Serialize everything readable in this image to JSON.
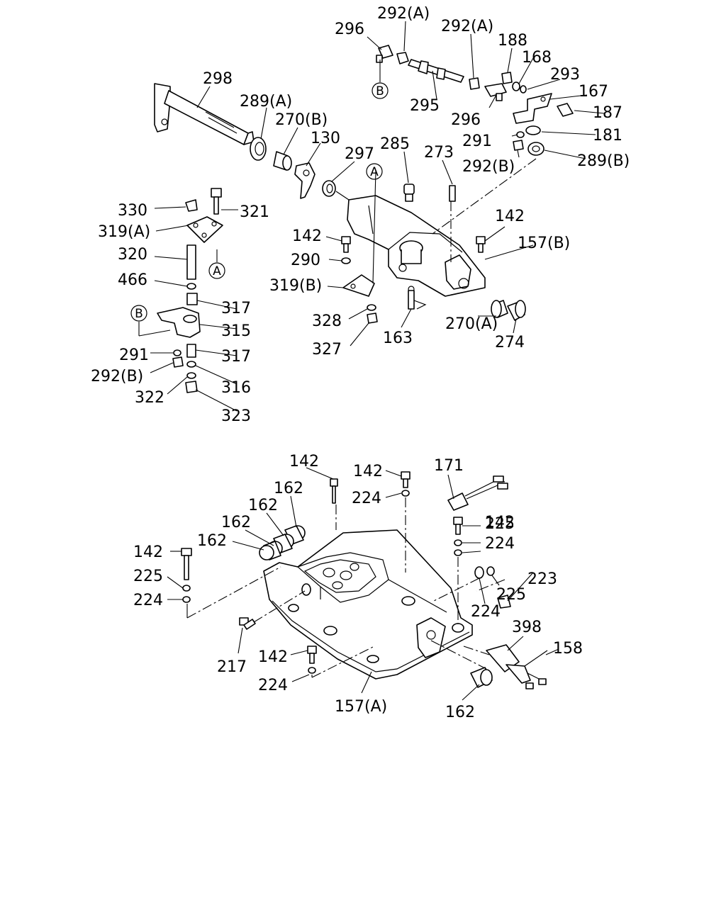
{
  "labels": {
    "l292a_top": "292(A)",
    "l296_top": "296",
    "l292a_right": "292(A)",
    "l188": "188",
    "l168": "168",
    "l293": "293",
    "l298": "298",
    "l167": "167",
    "l289a": "289(A)",
    "l295": "295",
    "l270b": "270(B)",
    "l296_mid": "296",
    "l187": "187",
    "l130": "130",
    "l181": "181",
    "l291_top": "291",
    "l285": "285",
    "l273": "273",
    "l297": "297",
    "l292b_top": "292(B)",
    "l289b": "289(B)",
    "l330": "330",
    "l321": "321",
    "l319a": "319(A)",
    "l142_a": "142",
    "l142_b": "142",
    "l157b": "157(B)",
    "l320": "320",
    "l290": "290",
    "l466": "466",
    "l319b": "319(B)",
    "l317_a": "317",
    "l328": "328",
    "l270a": "270(A)",
    "l315": "315",
    "l327": "327",
    "l163": "163",
    "l274": "274",
    "l291_bot": "291",
    "l317_b": "317",
    "l292b_bot": "292(B)",
    "l316": "316",
    "l322": "322",
    "l323": "323",
    "l142_c": "142",
    "l171": "171",
    "l142_d": "142",
    "l162_a": "162",
    "l224_a": "224",
    "l162_b": "162",
    "l142_e": "142",
    "l162_c": "162",
    "l225_a": "225",
    "l162_d": "162",
    "l224_b": "224",
    "l142_f": "142",
    "l225_b": "225",
    "l223": "223",
    "l224_c": "224",
    "l225_c": "225",
    "l224_d": "224",
    "l398": "398",
    "l158": "158",
    "l217": "217",
    "l142_g": "142",
    "l224_e": "224",
    "l157a": "157(A)",
    "l162_e": "162"
  },
  "circled_refs": {
    "ref_b_top": "B",
    "ref_a_mid": "A",
    "ref_a_left": "A",
    "ref_b_left": "B"
  }
}
